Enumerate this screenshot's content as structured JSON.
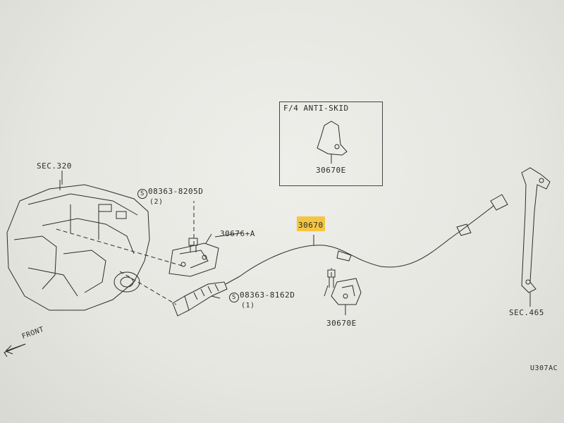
{
  "labels": {
    "sec_320": "SEC.320",
    "part_08363_8205d": "08363-8205D",
    "qty_2": "(2)",
    "part_30676a": "30676+A",
    "part_30670": "30670",
    "part_08363_8162d": "08363-8162D",
    "qty_1": "(1)",
    "part_30670e_main": "30670E",
    "inset_title": "F/4 ANTI-SKID",
    "part_30670e_inset": "30670E",
    "sec_465": "SEC.465",
    "front": "FRONT",
    "diagram_code": "U307AC",
    "s_mark": "S"
  },
  "colors": {
    "line": "#2b2b2b",
    "highlight": "#f4c542",
    "paper": "#e9e9e5"
  }
}
